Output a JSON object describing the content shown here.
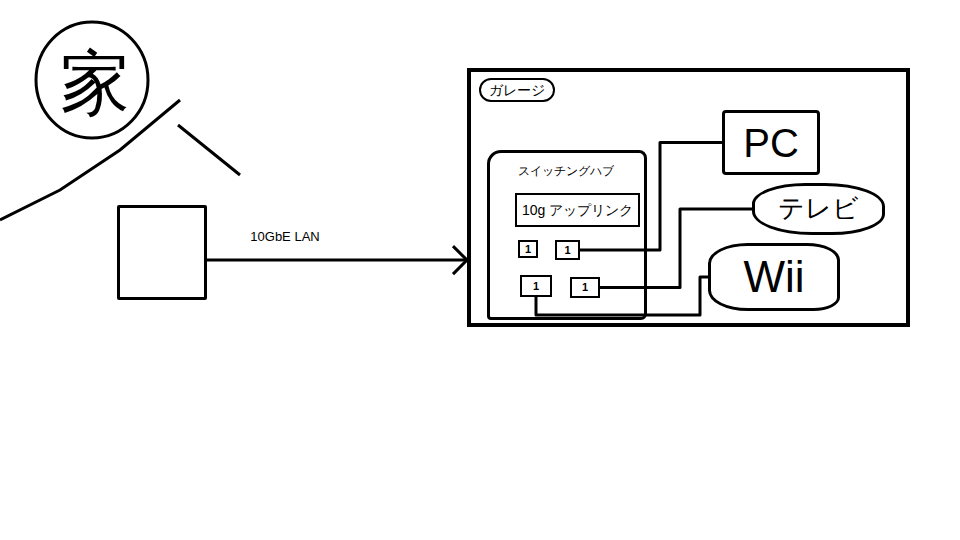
{
  "diagram": {
    "nodes": [
      {
        "text": [
          "家"
        ]
      },
      {
        "text": [
          "ガレージ"
        ]
      },
      {
        "text": [
          "スイッチングハブ"
        ],
        "in": 1
      },
      {
        "text": [
          "10g アップリンク"
        ],
        "in": 2
      },
      {
        "text": [
          "1"
        ],
        "in": 2
      },
      {
        "text": [
          "1"
        ],
        "in": 2
      },
      {
        "text": [
          "1"
        ],
        "in": 2
      },
      {
        "text": [
          "1"
        ],
        "in": 2
      },
      {
        "text": [
          "PC"
        ],
        "in": 1
      },
      {
        "text": [
          "テレビ"
        ],
        "in": 1
      },
      {
        "text": [
          "Wii"
        ],
        "in": 1
      }
    ],
    "edges": [
      {
        "from": 0,
        "to": 1,
        "arrow": "to",
        "label": "10GbE LAN"
      },
      {
        "from": 5,
        "to": 8,
        "arrow": "none"
      },
      {
        "from": 7,
        "to": 9,
        "arrow": "none"
      },
      {
        "from": 6,
        "to": 10,
        "arrow": "none"
      }
    ]
  }
}
